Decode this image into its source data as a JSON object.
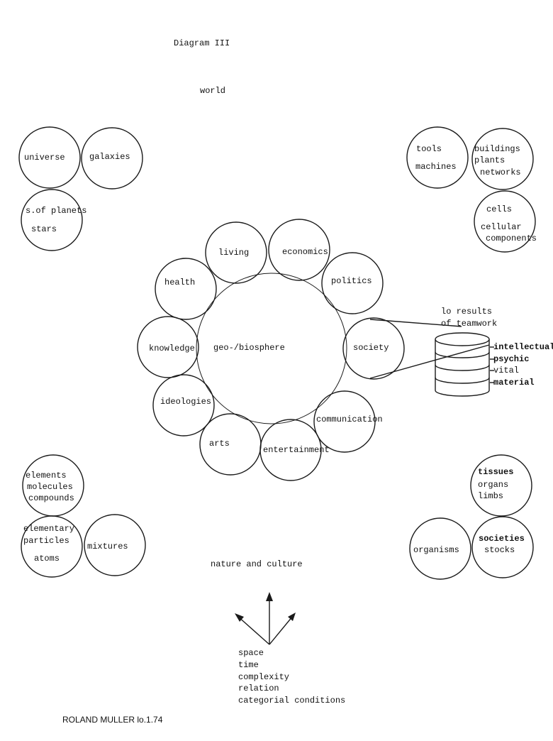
{
  "title": "Diagram III",
  "world_label": "world",
  "center_label": "geo-/biosphere",
  "spheres": {
    "living": "living",
    "economics": "economics",
    "politics": "politics",
    "society": "society",
    "communication": "communication",
    "entertainment": "entertainment",
    "arts": "arts",
    "ideologies": "ideologies",
    "knowledge": "knowledge",
    "health": "health"
  },
  "top_left": {
    "universe": "universe",
    "galaxies": "galaxies",
    "planets": "s.of planets",
    "stars": "stars"
  },
  "top_right": {
    "tools": "tools",
    "machines": "machines",
    "buildings": "buildings",
    "plants": "plants",
    "networks": "networks",
    "cells": "cells",
    "cellular": "cellular",
    "components": "components"
  },
  "bottom_left": {
    "elements": "elements",
    "molecules": "molecules",
    "compounds": "compounds",
    "elementary": "elementary",
    "particles": "particles",
    "atoms": "atoms",
    "mixtures": "mixtures"
  },
  "bottom_right": {
    "tissues": "tissues",
    "organs": "organs",
    "limbs": "limbs",
    "organisms": "organisms",
    "societies": "societies",
    "stocks": "stocks"
  },
  "teamwork": {
    "heading_1": "lo results",
    "heading_2": "of teamwork",
    "levels": [
      "intellectual",
      "psychic",
      "vital",
      "material"
    ]
  },
  "nature_label": "nature and culture",
  "dimensions": [
    "space",
    "time",
    "complexity",
    "relation",
    "categorial conditions"
  ],
  "signature": "ROLAND MULLER lo.1.74"
}
